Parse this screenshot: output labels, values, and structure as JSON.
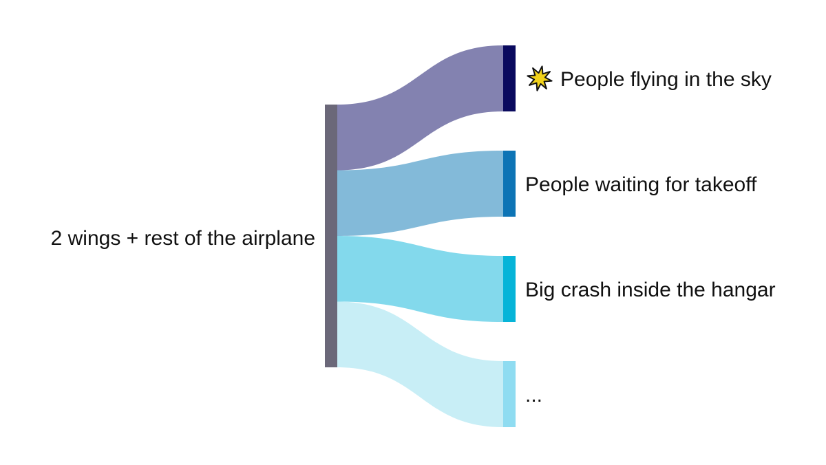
{
  "diagram": {
    "type": "sankey",
    "source": {
      "label": "2 wings + rest of the airplane",
      "color": "#6b6879"
    },
    "targets": [
      {
        "label": "People flying in the sky",
        "icon": "collision-star-icon",
        "node_color": "#0a0a5e",
        "link_color": "#8382b0",
        "value": 1
      },
      {
        "label": "People waiting for takeoff",
        "icon": "",
        "node_color": "#0d74b5",
        "link_color": "#83bad9",
        "value": 1
      },
      {
        "label": "Big crash inside the hangar",
        "icon": "",
        "node_color": "#06b4d8",
        "link_color": "#83d9ec",
        "value": 1
      },
      {
        "label": "...",
        "icon": "",
        "node_color": "#8fdcf1",
        "link_color": "#c8eef6",
        "value": 1
      }
    ],
    "icon_colors": {
      "fill": "#f2d21a",
      "stroke": "#111111"
    }
  }
}
